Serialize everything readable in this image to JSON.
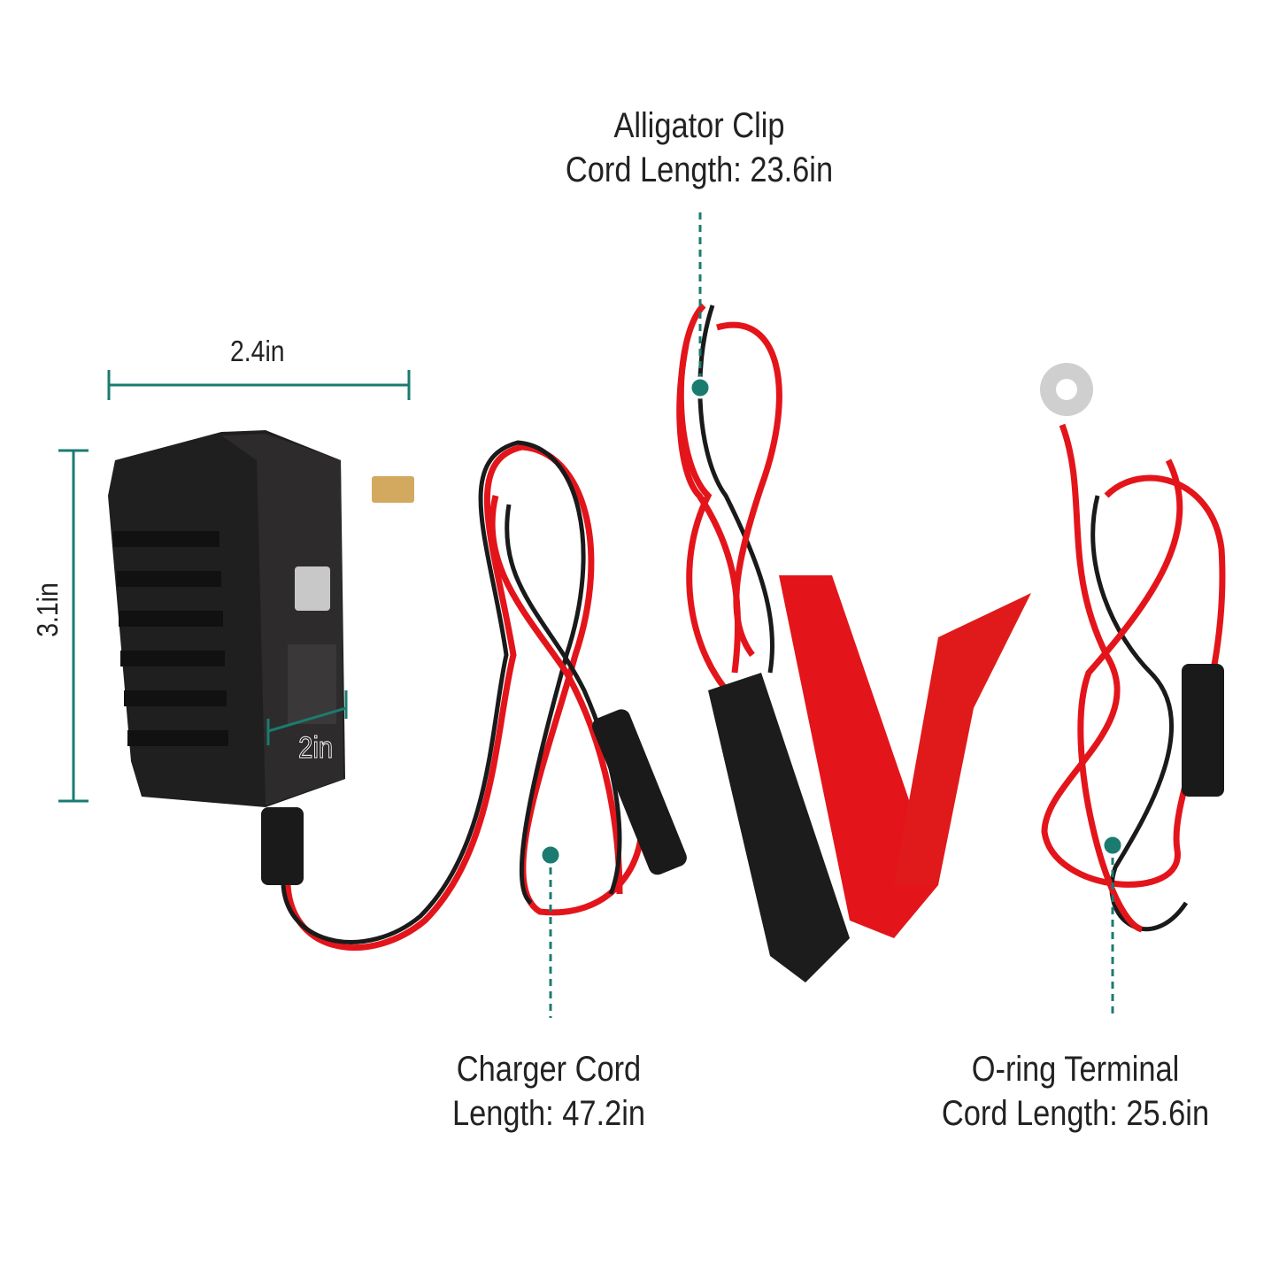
{
  "callouts": {
    "alligator": {
      "line1": "Alligator Clip",
      "line2": "Cord Length: 23.6in"
    },
    "charger": {
      "line1": "Charger Cord",
      "line2": "Length: 47.2in"
    },
    "oring": {
      "line1": "O-ring Terminal",
      "line2": "Cord Length: 25.6in"
    }
  },
  "dimensions": {
    "width": "2.4in",
    "height": "3.1in",
    "depth": "2in"
  },
  "colors": {
    "accent": "#1b7b70",
    "wire_red": "#e3151b",
    "wire_black": "#1a1a1a",
    "body": "#1e1e1e"
  }
}
